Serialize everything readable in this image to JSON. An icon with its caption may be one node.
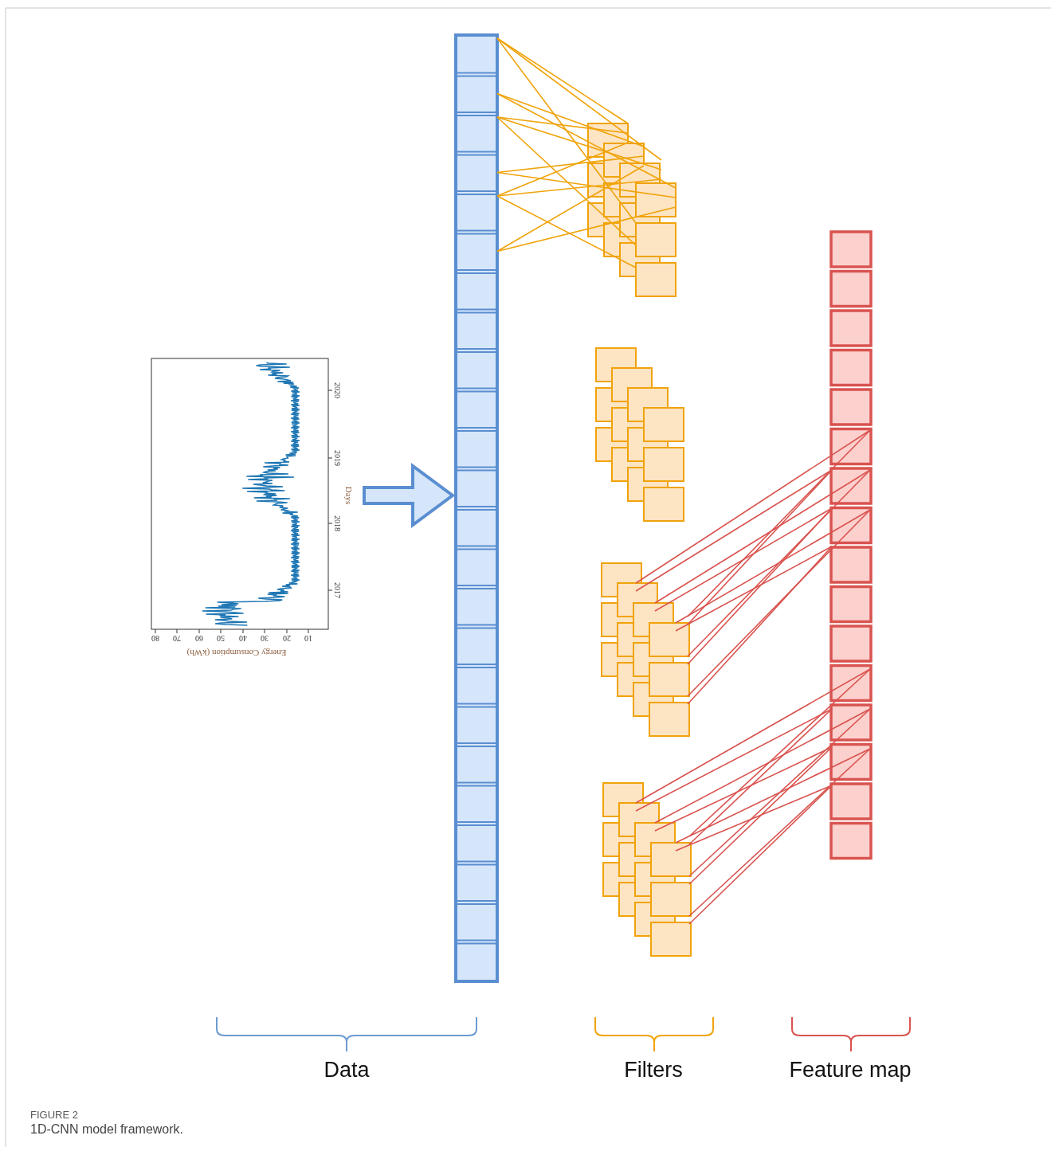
{
  "diagram": {
    "caption": "1D-CNN model framework.",
    "nodes": [
      {
        "text": [],
        "shape": "picture"
      },
      {
        "text": [],
        "shape": "bar"
      }
    ],
    "edges": [
      {
        "from": 0,
        "to": 1,
        "arrow": "to"
      }
    ],
    "labels": [
      "2020",
      "2019",
      "2018",
      "2017",
      "Days",
      "80",
      "70",
      "60",
      "50",
      "40",
      "30",
      "20",
      "10",
      "Energy Consumption (kWh)",
      "Data",
      "Filters",
      "Feature map",
      "FIGURE 2"
    ]
  }
}
